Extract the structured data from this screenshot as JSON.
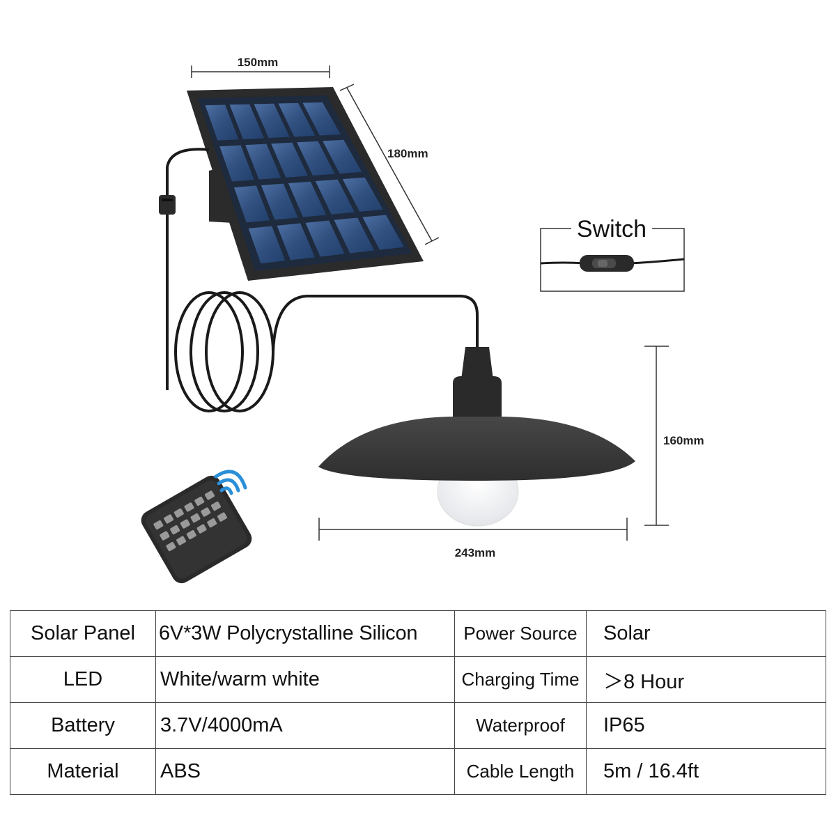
{
  "dimensions": {
    "panel_width": "150mm",
    "panel_height": "180mm",
    "lamp_height": "160mm",
    "lamp_width": "243mm"
  },
  "switch_label": "Switch",
  "spec_table": {
    "rows": [
      {
        "label": "Solar Panel",
        "value": "6V*3W Polycrystalline Silicon",
        "label2": "Power Source",
        "value2": "Solar"
      },
      {
        "label": "LED",
        "value": "White/warm white",
        "label2": "Charging Time",
        "value2": "＞8 Hour"
      },
      {
        "label": "Battery",
        "value": "3.7V/4000mA",
        "label2": "Waterproof",
        "value2": "IP65"
      },
      {
        "label": "Material",
        "value": "ABS",
        "label2": "Cable Length",
        "value2": "5m / 16.4ft"
      }
    ]
  },
  "colors": {
    "panel_cell": "#3a5a8c",
    "panel_frame": "#2b2b2b",
    "lamp_shade": "#3a3a3a",
    "cable": "#1a1a1a",
    "remote_signal": "#2a8fd8"
  },
  "icons": [
    "solar-panel",
    "lamp-shade",
    "remote-control",
    "inline-switch",
    "wifi-signal"
  ]
}
